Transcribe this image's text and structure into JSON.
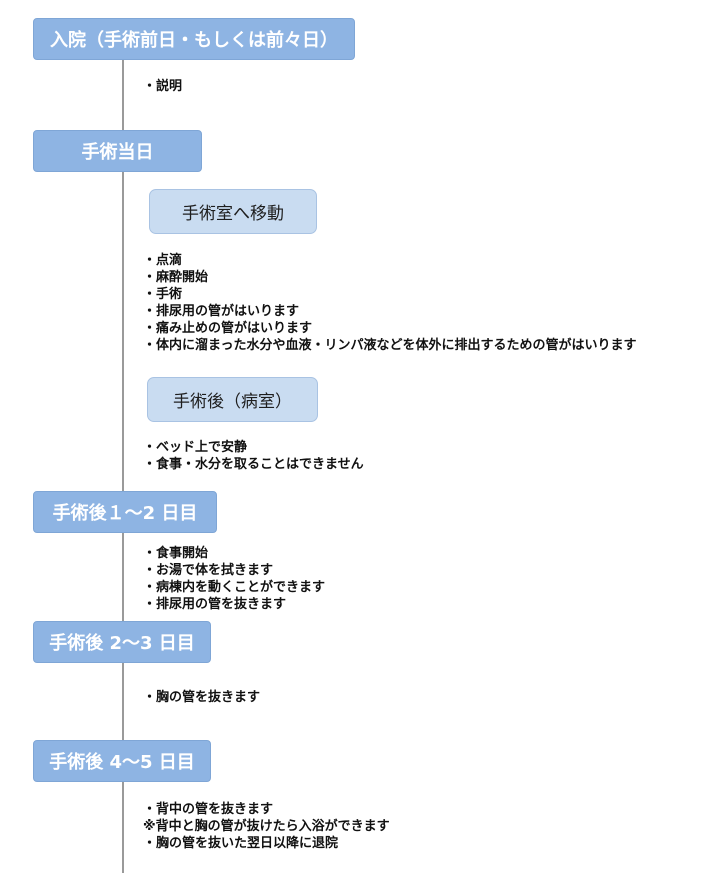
{
  "stages": [
    {
      "label": "入院（手術前日・もしくは前々日）",
      "notes": [
        "・説明"
      ]
    },
    {
      "label": "手術当日",
      "substages": [
        {
          "label": "手術室へ移動",
          "notes": [
            "・点滴",
            "・麻酔開始",
            "・手術",
            "・排尿用の管がはいります",
            "・痛み止めの管がはいります",
            "・体内に溜まった水分や血液・リンパ液などを体外に排出するための管がはいります"
          ]
        },
        {
          "label": "手術後（病室）",
          "notes": [
            "・ベッド上で安静",
            "・食事・水分を取ることはできません"
          ]
        }
      ]
    },
    {
      "label": "手術後１～2 日目",
      "notes": [
        "・食事開始",
        "・お湯で体を拭きます",
        "・病棟内を動くことができます",
        "・排尿用の管を抜きます"
      ]
    },
    {
      "label": "手術後 2～3 日目",
      "notes": [
        "・胸の管を抜きます"
      ]
    },
    {
      "label": "手術後 4～5 日目",
      "notes": [
        "・背中の管を抜きます",
        "※背中と胸の管が抜けたら入浴ができます",
        "・胸の管を抜いた翌日以降に退院"
      ]
    }
  ]
}
